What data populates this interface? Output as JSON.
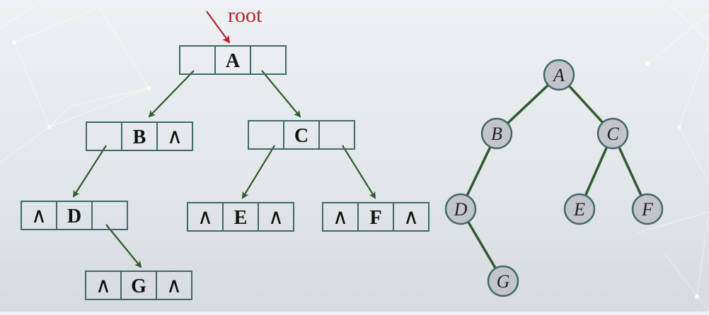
{
  "pointer": {
    "label": "root",
    "color": "#b3262b"
  },
  "null_symbol": "∧",
  "colors": {
    "box_stroke": "#3f6a6a",
    "arrow": "#2f5a2f",
    "tree_edge": "#2f5a2f",
    "node_fill": "#c3c5cb",
    "node_stroke": "#3f6a6a"
  },
  "linked_nodes": [
    {
      "id": "A",
      "data": "A",
      "left_null": false,
      "right_null": false
    },
    {
      "id": "B",
      "data": "B",
      "left_null": false,
      "right_null": true
    },
    {
      "id": "C",
      "data": "C",
      "left_null": false,
      "right_null": false
    },
    {
      "id": "D",
      "data": "D",
      "left_null": true,
      "right_null": false
    },
    {
      "id": "E",
      "data": "E",
      "left_null": true,
      "right_null": true
    },
    {
      "id": "F",
      "data": "F",
      "left_null": true,
      "right_null": true
    },
    {
      "id": "G",
      "data": "G",
      "left_null": true,
      "right_null": true
    }
  ],
  "links": [
    {
      "from": "A",
      "to": "B"
    },
    {
      "from": "A",
      "to": "C"
    },
    {
      "from": "B",
      "to": "D"
    },
    {
      "from": "C",
      "to": "E"
    },
    {
      "from": "C",
      "to": "F"
    },
    {
      "from": "D",
      "to": "G"
    }
  ],
  "tree_nodes": [
    {
      "id": "A",
      "label": "A"
    },
    {
      "id": "B",
      "label": "B"
    },
    {
      "id": "C",
      "label": "C"
    },
    {
      "id": "D",
      "label": "D"
    },
    {
      "id": "E",
      "label": "E"
    },
    {
      "id": "F",
      "label": "F"
    },
    {
      "id": "G",
      "label": "G"
    }
  ],
  "tree_edges": [
    {
      "from": "A",
      "to": "B"
    },
    {
      "from": "A",
      "to": "C"
    },
    {
      "from": "B",
      "to": "D"
    },
    {
      "from": "C",
      "to": "E"
    },
    {
      "from": "C",
      "to": "F"
    },
    {
      "from": "D",
      "to": "G"
    }
  ]
}
